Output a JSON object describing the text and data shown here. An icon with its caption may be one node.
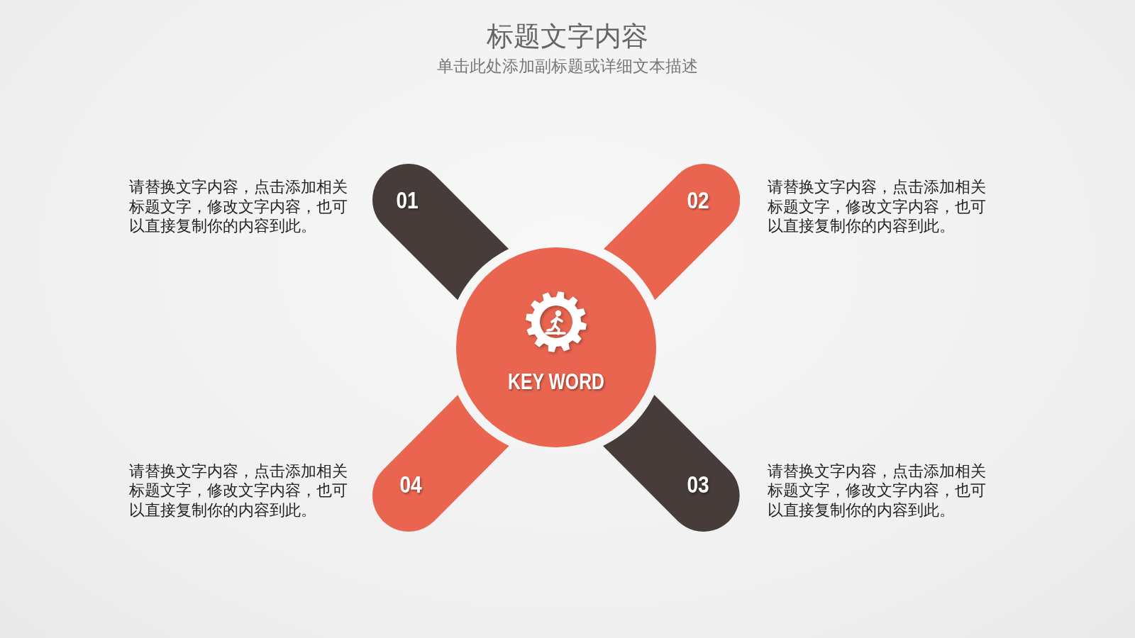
{
  "diagram": {
    "title": "标题文字内容",
    "nodes": [
      {
        "text": [
          "01"
        ],
        "beside": [
          "请替换文字内容，点击添加相关标题文字，修改文字内容，也可以直接复制你的内容到此。"
        ]
      },
      {
        "text": [
          "02"
        ],
        "beside": [
          "请替换文字内容，点击添加相关标题文字，修改文字内容，也可以直接复制你的内容到此。"
        ]
      },
      {
        "text": [
          "KEY WORD"
        ]
      },
      {
        "text": [
          "04"
        ],
        "beside": [
          "请替换文字内容，点击添加相关标题文字，修改文字内容，也可以直接复制你的内容到此。"
        ]
      },
      {
        "text": [
          "03"
        ],
        "beside": [
          "请替换文字内容，点击添加相关标题文字，修改文字内容，也可以直接复制你的内容到此。"
        ]
      }
    ],
    "labels": [
      "单击此处添加副标题或详细文本描述"
    ]
  }
}
